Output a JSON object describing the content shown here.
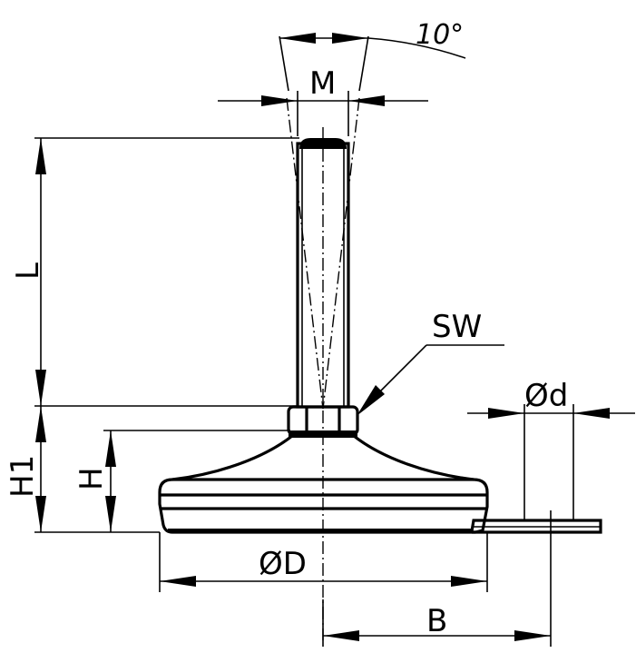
{
  "drawing": {
    "title": "Levelling foot dimension drawing",
    "labels": {
      "angle": "10°",
      "thread": "M",
      "length": "L",
      "wrench_size": "SW",
      "hole_diameter": "Ød",
      "total_height": "H1",
      "base_height": "H",
      "base_diameter": "ØD",
      "tab_offset": "B"
    },
    "line_color": "#000000",
    "background": "#ffffff"
  }
}
